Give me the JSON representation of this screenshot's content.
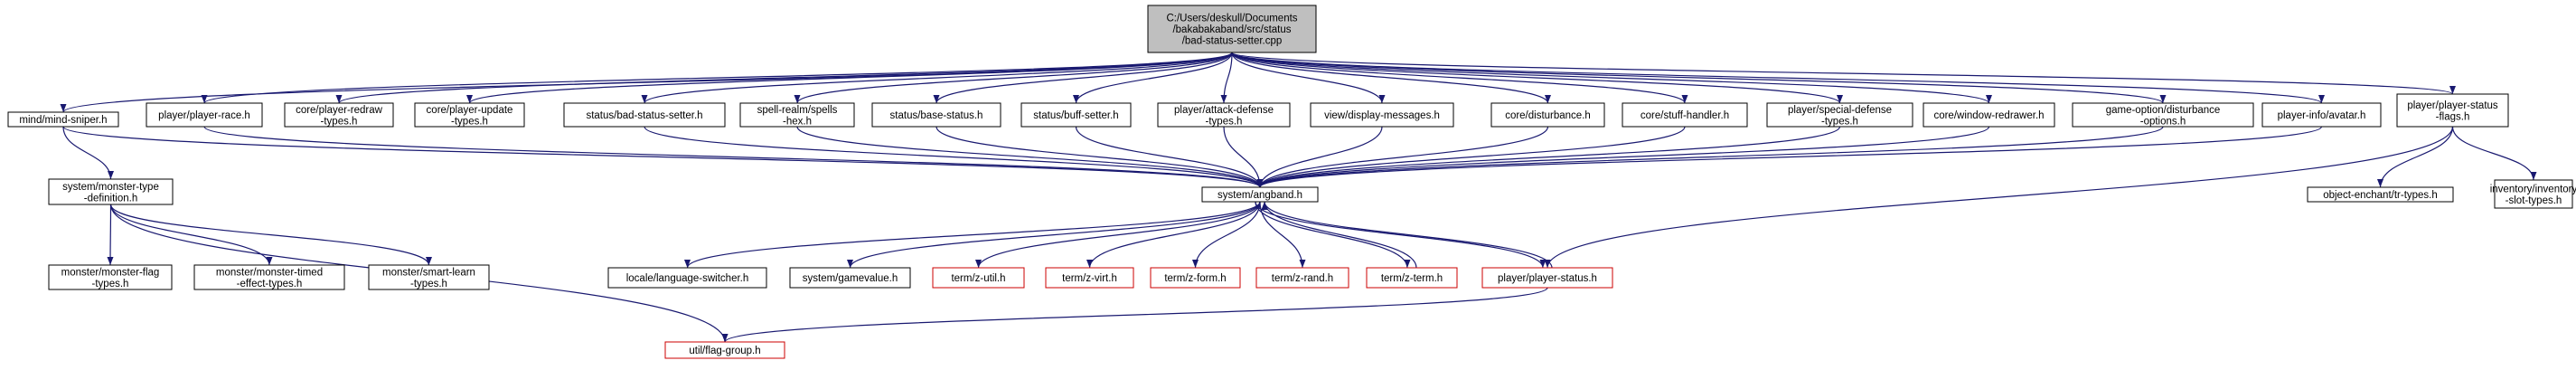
{
  "colors": {
    "edge": "#191970",
    "border_normal": "#000000",
    "border_external": "#cc0000",
    "root_fill": "#bfbfbf",
    "node_fill": "#ffffff"
  },
  "nodes": [
    {
      "id": "root",
      "lines": [
        "C:/Users/deskull/Documents",
        "/bakabakaband/src/status",
        "/bad-status-setter.cpp"
      ],
      "style": "root"
    },
    {
      "id": "mind-sniper",
      "lines": [
        "mind/mind-sniper.h"
      ],
      "style": "normal"
    },
    {
      "id": "player-race",
      "lines": [
        "player/player-race.h"
      ],
      "style": "normal"
    },
    {
      "id": "player-redraw-types",
      "lines": [
        "core/player-redraw",
        "-types.h"
      ],
      "style": "normal"
    },
    {
      "id": "player-update-types",
      "lines": [
        "core/player-update",
        "-types.h"
      ],
      "style": "normal"
    },
    {
      "id": "bad-status-setter-h",
      "lines": [
        "status/bad-status-setter.h"
      ],
      "style": "normal"
    },
    {
      "id": "spells-hex",
      "lines": [
        "spell-realm/spells",
        "-hex.h"
      ],
      "style": "normal"
    },
    {
      "id": "base-status",
      "lines": [
        "status/base-status.h"
      ],
      "style": "normal"
    },
    {
      "id": "buff-setter",
      "lines": [
        "status/buff-setter.h"
      ],
      "style": "normal"
    },
    {
      "id": "attack-defense-types",
      "lines": [
        "player/attack-defense",
        "-types.h"
      ],
      "style": "normal"
    },
    {
      "id": "display-messages",
      "lines": [
        "view/display-messages.h"
      ],
      "style": "normal"
    },
    {
      "id": "disturbance",
      "lines": [
        "core/disturbance.h"
      ],
      "style": "normal"
    },
    {
      "id": "stuff-handler",
      "lines": [
        "core/stuff-handler.h"
      ],
      "style": "normal"
    },
    {
      "id": "special-defense-types",
      "lines": [
        "player/special-defense",
        "-types.h"
      ],
      "style": "normal"
    },
    {
      "id": "window-redrawer",
      "lines": [
        "core/window-redrawer.h"
      ],
      "style": "normal"
    },
    {
      "id": "disturbance-options",
      "lines": [
        "game-option/disturbance",
        "-options.h"
      ],
      "style": "normal"
    },
    {
      "id": "avatar",
      "lines": [
        "player-info/avatar.h"
      ],
      "style": "normal"
    },
    {
      "id": "player-status-flags",
      "lines": [
        "player/player-status",
        "-flags.h"
      ],
      "style": "normal"
    },
    {
      "id": "monster-type-definition",
      "lines": [
        "system/monster-type",
        "-definition.h"
      ],
      "style": "normal"
    },
    {
      "id": "angband",
      "lines": [
        "system/angband.h"
      ],
      "style": "normal"
    },
    {
      "id": "tr-types",
      "lines": [
        "object-enchant/tr-types.h"
      ],
      "style": "normal"
    },
    {
      "id": "inventory-slot-types",
      "lines": [
        "inventory/inventory",
        "-slot-types.h"
      ],
      "style": "normal"
    },
    {
      "id": "monster-flag-types",
      "lines": [
        "monster/monster-flag",
        "-types.h"
      ],
      "style": "normal"
    },
    {
      "id": "monster-timed-effect-types",
      "lines": [
        "monster/monster-timed",
        "-effect-types.h"
      ],
      "style": "normal"
    },
    {
      "id": "smart-learn-types",
      "lines": [
        "monster/smart-learn",
        "-types.h"
      ],
      "style": "normal"
    },
    {
      "id": "language-switcher",
      "lines": [
        "locale/language-switcher.h"
      ],
      "style": "normal"
    },
    {
      "id": "gamevalue",
      "lines": [
        "system/gamevalue.h"
      ],
      "style": "normal"
    },
    {
      "id": "z-util",
      "lines": [
        "term/z-util.h"
      ],
      "style": "external"
    },
    {
      "id": "z-virt",
      "lines": [
        "term/z-virt.h"
      ],
      "style": "external"
    },
    {
      "id": "z-form",
      "lines": [
        "term/z-form.h"
      ],
      "style": "external"
    },
    {
      "id": "z-rand",
      "lines": [
        "term/z-rand.h"
      ],
      "style": "external"
    },
    {
      "id": "z-term",
      "lines": [
        "term/z-term.h"
      ],
      "style": "external"
    },
    {
      "id": "player-status",
      "lines": [
        "player/player-status.h"
      ],
      "style": "external"
    },
    {
      "id": "flag-group",
      "lines": [
        "util/flag-group.h"
      ],
      "style": "external"
    }
  ],
  "edges": [
    [
      "root",
      "mind-sniper"
    ],
    [
      "root",
      "player-race"
    ],
    [
      "root",
      "player-redraw-types"
    ],
    [
      "root",
      "player-update-types"
    ],
    [
      "root",
      "bad-status-setter-h"
    ],
    [
      "root",
      "spells-hex"
    ],
    [
      "root",
      "base-status"
    ],
    [
      "root",
      "buff-setter"
    ],
    [
      "root",
      "attack-defense-types"
    ],
    [
      "root",
      "display-messages"
    ],
    [
      "root",
      "disturbance"
    ],
    [
      "root",
      "stuff-handler"
    ],
    [
      "root",
      "special-defense-types"
    ],
    [
      "root",
      "window-redrawer"
    ],
    [
      "root",
      "disturbance-options"
    ],
    [
      "root",
      "avatar"
    ],
    [
      "root",
      "player-status-flags"
    ],
    [
      "mind-sniper",
      "monster-type-definition"
    ],
    [
      "mind-sniper",
      "angband"
    ],
    [
      "player-race",
      "angband"
    ],
    [
      "bad-status-setter-h",
      "angband"
    ],
    [
      "spells-hex",
      "angband"
    ],
    [
      "base-status",
      "angband"
    ],
    [
      "buff-setter",
      "angband"
    ],
    [
      "attack-defense-types",
      "angband"
    ],
    [
      "display-messages",
      "angband"
    ],
    [
      "disturbance",
      "angband"
    ],
    [
      "stuff-handler",
      "angband"
    ],
    [
      "special-defense-types",
      "angband"
    ],
    [
      "window-redrawer",
      "angband"
    ],
    [
      "disturbance-options",
      "angband"
    ],
    [
      "avatar",
      "angband"
    ],
    [
      "player-status-flags",
      "tr-types"
    ],
    [
      "player-status-flags",
      "inventory-slot-types"
    ],
    [
      "player-status-flags",
      "player-status"
    ],
    [
      "monster-type-definition",
      "monster-flag-types"
    ],
    [
      "monster-type-definition",
      "monster-timed-effect-types"
    ],
    [
      "monster-type-definition",
      "smart-learn-types"
    ],
    [
      "monster-type-definition",
      "flag-group"
    ],
    [
      "angband",
      "language-switcher"
    ],
    [
      "angband",
      "gamevalue"
    ],
    [
      "angband",
      "z-util"
    ],
    [
      "angband",
      "z-virt"
    ],
    [
      "angband",
      "z-form"
    ],
    [
      "angband",
      "z-rand"
    ],
    [
      "angband",
      "z-term"
    ],
    [
      "angband",
      "player-status"
    ],
    [
      "z-term",
      "angband"
    ],
    [
      "player-status",
      "angband"
    ],
    [
      "player-status",
      "flag-group"
    ]
  ]
}
